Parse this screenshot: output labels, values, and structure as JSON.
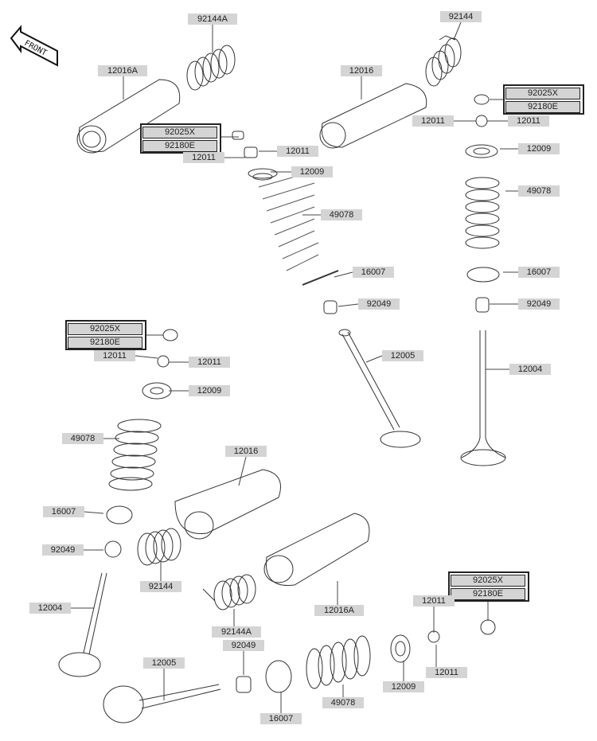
{
  "front_label": "FRONT",
  "labels": [
    "92144A",
    "12016A",
    "12011",
    "12011",
    "12009",
    "49078",
    "16007",
    "92049",
    "12005",
    "92144",
    "12016",
    "12011",
    "12011",
    "12009",
    "49078",
    "16007",
    "92049",
    "12004",
    "12011",
    "12011",
    "12009",
    "49078",
    "12016",
    "16007",
    "92049",
    "92144",
    "12004",
    "12016A",
    "12011",
    "92144A",
    "92049",
    "12005",
    "12011",
    "12009",
    "49078",
    "16007"
  ],
  "groups": [
    {
      "a": "92025X",
      "b": "92180E"
    },
    {
      "a": "92025X",
      "b": "92180E"
    },
    {
      "a": "92025X",
      "b": "92180E"
    },
    {
      "a": "92025X",
      "b": "92180E"
    }
  ]
}
